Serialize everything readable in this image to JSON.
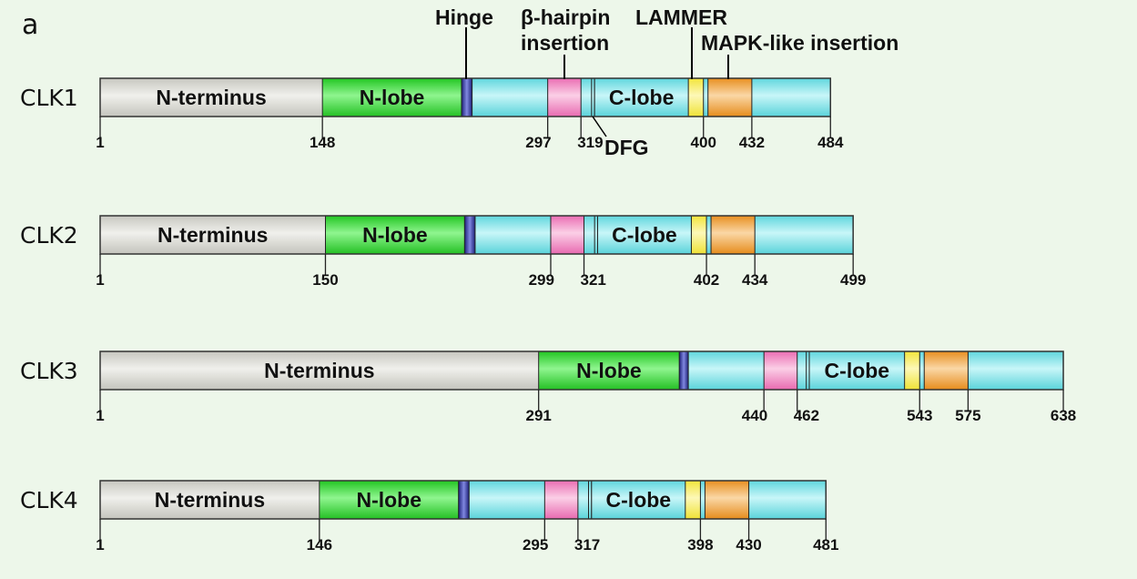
{
  "panel_label": "a",
  "annotations": {
    "hinge": "Hinge",
    "hairpin_line1": "β-hairpin",
    "hairpin_line2": "insertion",
    "lammer": "LAMMER",
    "mapk": "MAPK-like insertion",
    "dfg": "DFG"
  },
  "colors": {
    "n_terminus": "#d9d9d3",
    "n_lobe": "#3ddc3d",
    "hinge": "#2c2f8f",
    "c_lobe": "#7fe4ea",
    "hairpin": "#f287c2",
    "dfg": "#7fe4ea",
    "lammer": "#f8ee5c",
    "mapk": "#f0a23a"
  },
  "proteins": [
    {
      "name": "CLK1",
      "length": 484,
      "segments": [
        {
          "type": "n_terminus",
          "label": "N-terminus",
          "start": 1,
          "end": 148
        },
        {
          "type": "n_lobe",
          "label": "N-lobe",
          "start": 148,
          "end": 240
        },
        {
          "type": "hinge",
          "start": 240,
          "end": 247
        },
        {
          "type": "c_lobe",
          "start": 247,
          "end": 297
        },
        {
          "type": "hairpin",
          "start": 297,
          "end": 319
        },
        {
          "type": "c_lobe",
          "start": 319,
          "end": 326
        },
        {
          "type": "dfg",
          "start": 326,
          "end": 328
        },
        {
          "type": "c_lobe",
          "label": "C-lobe",
          "start": 328,
          "end": 390
        },
        {
          "type": "lammer",
          "start": 390,
          "end": 400
        },
        {
          "type": "c_lobe",
          "start": 400,
          "end": 403
        },
        {
          "type": "mapk",
          "start": 403,
          "end": 432
        },
        {
          "type": "c_lobe",
          "start": 432,
          "end": 484
        }
      ],
      "ticks": [
        "1",
        "148",
        "297",
        "319",
        "400",
        "432",
        "484"
      ]
    },
    {
      "name": "CLK2",
      "length": 499,
      "segments": [
        {
          "type": "n_terminus",
          "label": "N-terminus",
          "start": 1,
          "end": 150
        },
        {
          "type": "n_lobe",
          "label": "N-lobe",
          "start": 150,
          "end": 242
        },
        {
          "type": "hinge",
          "start": 242,
          "end": 249
        },
        {
          "type": "c_lobe",
          "start": 249,
          "end": 299
        },
        {
          "type": "hairpin",
          "start": 299,
          "end": 321
        },
        {
          "type": "c_lobe",
          "start": 321,
          "end": 328
        },
        {
          "type": "dfg",
          "start": 328,
          "end": 330
        },
        {
          "type": "c_lobe",
          "label": "C-lobe",
          "start": 330,
          "end": 392
        },
        {
          "type": "lammer",
          "start": 392,
          "end": 402
        },
        {
          "type": "c_lobe",
          "start": 402,
          "end": 405
        },
        {
          "type": "mapk",
          "start": 405,
          "end": 434
        },
        {
          "type": "c_lobe",
          "start": 434,
          "end": 499
        }
      ],
      "ticks": [
        "1",
        "150",
        "299",
        "321",
        "402",
        "434",
        "499"
      ]
    },
    {
      "name": "CLK3",
      "length": 638,
      "segments": [
        {
          "type": "n_terminus",
          "label": "N-terminus",
          "start": 1,
          "end": 291
        },
        {
          "type": "n_lobe",
          "label": "N-lobe",
          "start": 291,
          "end": 384
        },
        {
          "type": "hinge",
          "start": 384,
          "end": 390
        },
        {
          "type": "c_lobe",
          "start": 390,
          "end": 440
        },
        {
          "type": "hairpin",
          "start": 440,
          "end": 462
        },
        {
          "type": "c_lobe",
          "start": 462,
          "end": 468
        },
        {
          "type": "dfg",
          "start": 468,
          "end": 470
        },
        {
          "type": "c_lobe",
          "label": "C-lobe",
          "start": 470,
          "end": 533
        },
        {
          "type": "lammer",
          "start": 533,
          "end": 543
        },
        {
          "type": "c_lobe",
          "start": 543,
          "end": 546
        },
        {
          "type": "mapk",
          "start": 546,
          "end": 575
        },
        {
          "type": "c_lobe",
          "start": 575,
          "end": 638
        }
      ],
      "ticks": [
        "1",
        "291",
        "440",
        "462",
        "543",
        "575",
        "638"
      ]
    },
    {
      "name": "CLK4",
      "length": 481,
      "segments": [
        {
          "type": "n_terminus",
          "label": "N-terminus",
          "start": 1,
          "end": 146
        },
        {
          "type": "n_lobe",
          "label": "N-lobe",
          "start": 146,
          "end": 238
        },
        {
          "type": "hinge",
          "start": 238,
          "end": 245
        },
        {
          "type": "c_lobe",
          "start": 245,
          "end": 295
        },
        {
          "type": "hairpin",
          "start": 295,
          "end": 317
        },
        {
          "type": "c_lobe",
          "start": 317,
          "end": 324
        },
        {
          "type": "dfg",
          "start": 324,
          "end": 326
        },
        {
          "type": "c_lobe",
          "label": "C-lobe",
          "start": 326,
          "end": 388
        },
        {
          "type": "lammer",
          "start": 388,
          "end": 398
        },
        {
          "type": "c_lobe",
          "start": 398,
          "end": 401
        },
        {
          "type": "mapk",
          "start": 401,
          "end": 430
        },
        {
          "type": "c_lobe",
          "start": 430,
          "end": 481
        }
      ],
      "ticks": [
        "1",
        "146",
        "295",
        "317",
        "398",
        "430",
        "481"
      ]
    }
  ]
}
